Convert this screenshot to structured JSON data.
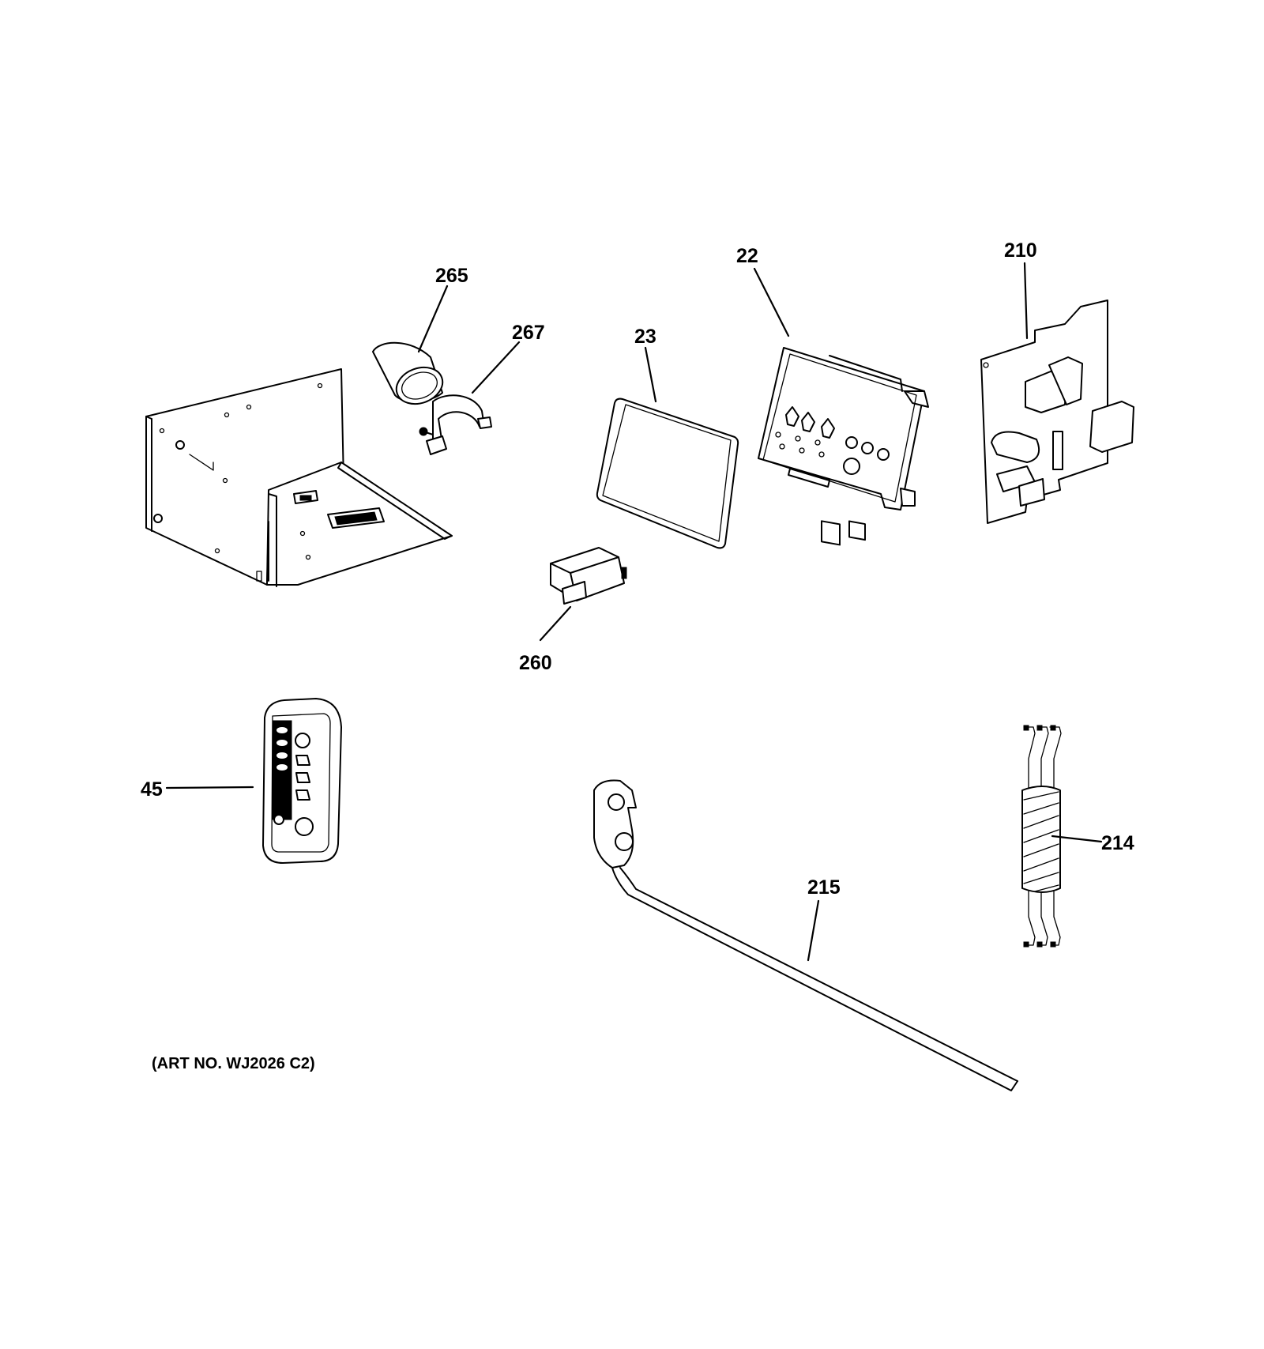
{
  "labels": {
    "p265": "265",
    "p267": "267",
    "p23": "23",
    "p22": "22",
    "p210": "210",
    "p260": "260",
    "p45": "45",
    "p215": "215",
    "p214": "214"
  },
  "art_number": "(ART NO. WJ2026 C2)"
}
